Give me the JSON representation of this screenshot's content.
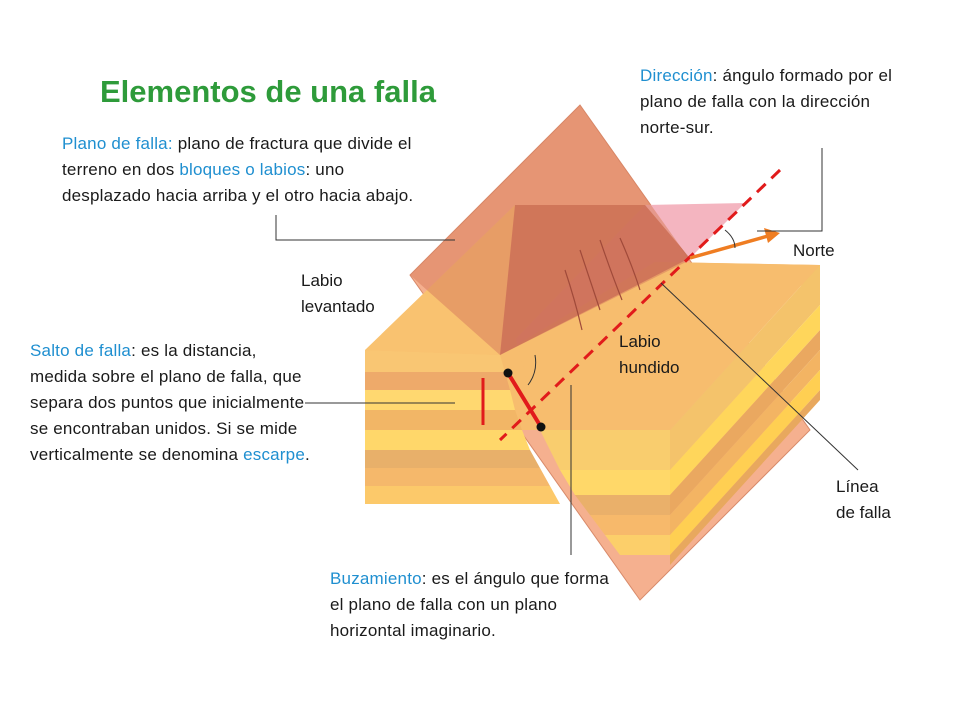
{
  "title": "Elementos de una falla",
  "colors": {
    "title": "#2e9b3a",
    "term": "#1f8fd0",
    "fault_line": "#e11b1b",
    "north_arrow": "#ef7d22"
  },
  "labels": {
    "labio_levantado": [
      "Labio",
      "levantado"
    ],
    "labio_hundido": [
      "Labio",
      "hundido"
    ],
    "norte": "Norte",
    "linea_falla": [
      "Línea",
      "de falla"
    ]
  },
  "annotations": {
    "plano": {
      "term": "Plano de falla",
      "sep": ":",
      "text_a": " plano de fractura que divide el terreno en dos ",
      "term2": "bloques o labios",
      "text_b": ": uno desplazado hacia arriba y el otro hacia abajo."
    },
    "direccion": {
      "term": "Dirección",
      "text": ": ángulo formado por el plano de falla con la dirección norte-sur."
    },
    "salto": {
      "term": "Salto de falla",
      "text_a": ": es la distancia, medida sobre el plano de falla, que separa dos puntos que inicialmente se encontraban unidos. Si se mide verticalmente se denomina ",
      "term2": "escarpe",
      "text_b": "."
    },
    "buzamiento": {
      "term": "Buzamiento",
      "text": ": es el ángulo que forma el plano de falla con un plano horizontal imaginario."
    }
  }
}
